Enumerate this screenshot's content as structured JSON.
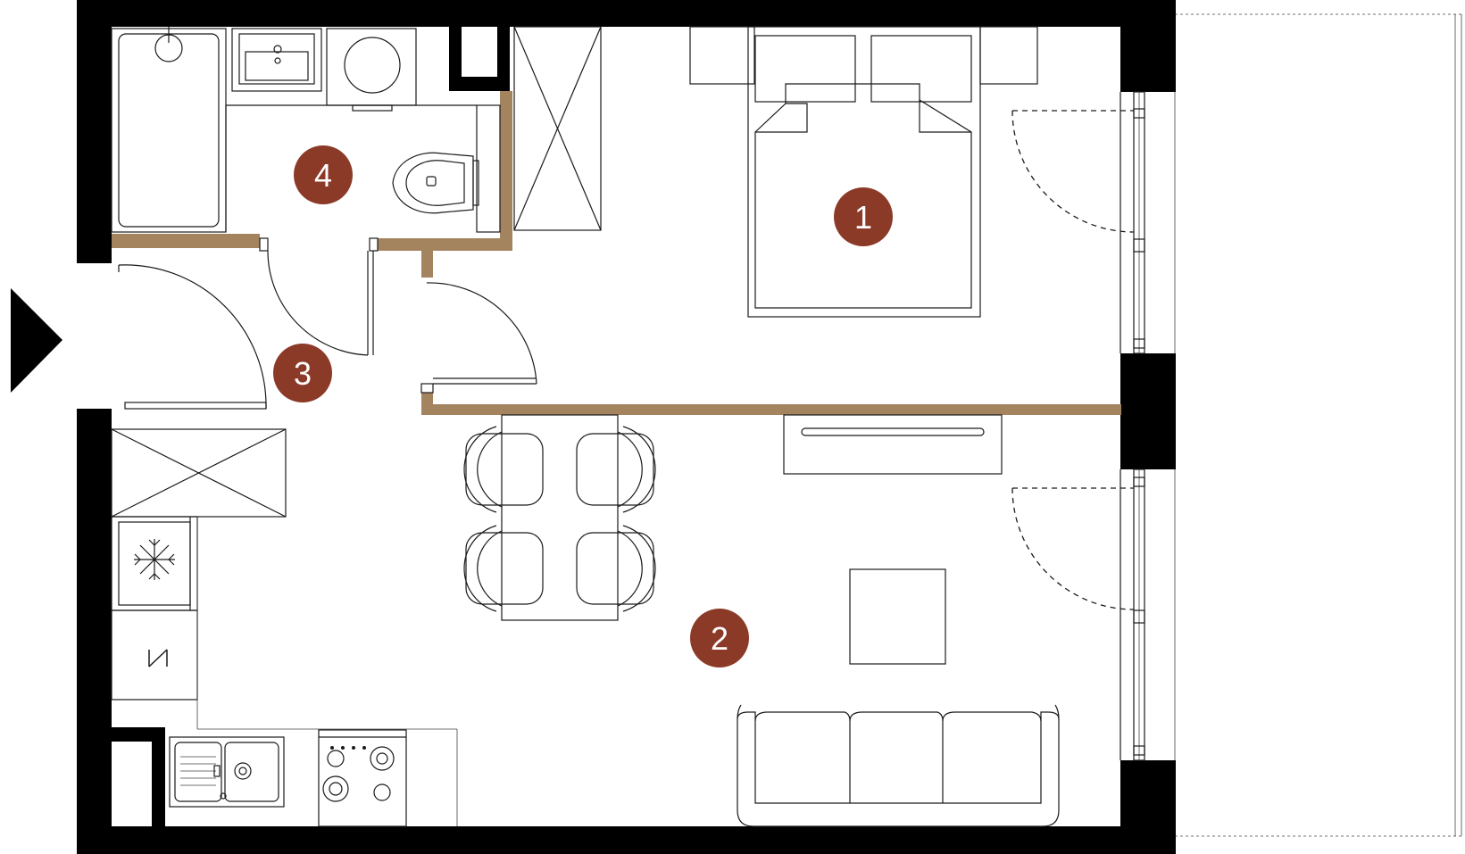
{
  "colors": {
    "wall": "#000000",
    "partition": "#a4845f",
    "marker": "#8c3a28",
    "marker_text": "#ffffff",
    "fixture_line": "#1a1a1a"
  },
  "rooms": [
    {
      "number": "1"
    },
    {
      "number": "2"
    },
    {
      "number": "3"
    },
    {
      "number": "4"
    }
  ],
  "icons": {
    "entrance": "entrance-arrow-icon",
    "freezer": "snowflake-icon",
    "appliance": "appliance-symbol-icon"
  }
}
